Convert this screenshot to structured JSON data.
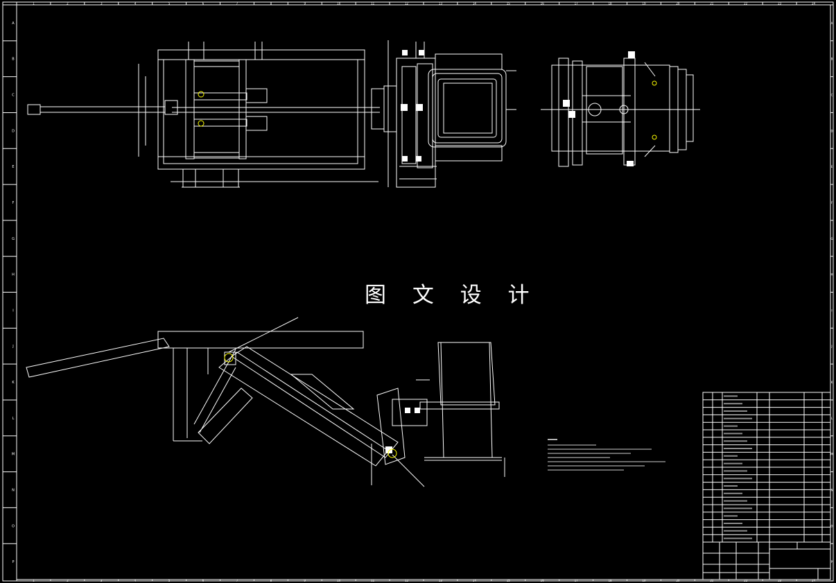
{
  "drawing": {
    "watermark": "图 文 设 计",
    "line_color": "#ffffff",
    "background": "#000000",
    "accent_yellow": "#ffff00",
    "grid_cols": [
      "1",
      "2",
      "3",
      "4",
      "5",
      "6",
      "7",
      "8",
      "9",
      "10",
      "11",
      "12",
      "13",
      "14",
      "15",
      "16",
      "17",
      "18",
      "19",
      "20",
      "21",
      "22",
      "23",
      "24"
    ],
    "grid_rows": [
      "A",
      "B",
      "C",
      "D",
      "E",
      "F",
      "G",
      "H",
      "I",
      "J",
      "K",
      "L",
      "M",
      "N",
      "O",
      "P"
    ],
    "parts_list_rows": 20
  }
}
